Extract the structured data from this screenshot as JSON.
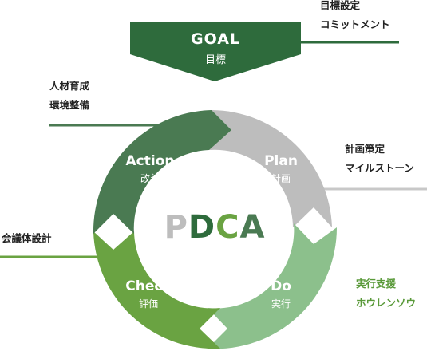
{
  "goal": {
    "title": "GOAL",
    "subtitle": "目標"
  },
  "center_label": {
    "p": "P",
    "d": "D",
    "c": "C",
    "a": "A"
  },
  "segments": {
    "plan": {
      "title": "Plan",
      "subtitle": "計画"
    },
    "do": {
      "title": "Do",
      "subtitle": "実行"
    },
    "check": {
      "title": "Check",
      "subtitle": "評価"
    },
    "action": {
      "title": "Action",
      "subtitle": "改善"
    }
  },
  "notes": {
    "goal": [
      "目標設定",
      "コミットメント"
    ],
    "action": [
      "人材育成",
      "環境整備"
    ],
    "plan": [
      "計画策定",
      "マイルストーン"
    ],
    "check": [
      "会議体設計"
    ],
    "do": [
      "実行支援",
      "ホウレンソウ"
    ]
  },
  "colors": {
    "goal": "#2e6b3c",
    "action": "#4a7a52",
    "plan": "#bdbdbd",
    "do": "#8cc08c",
    "check": "#6aa342",
    "p_letter": "#bdbdbd",
    "d_letter": "#2e6b3c",
    "c_letter": "#6aa342",
    "a_letter": "#4a7a52",
    "plan_line": "#c8c8c8",
    "do_note": "#5a9a3a"
  }
}
